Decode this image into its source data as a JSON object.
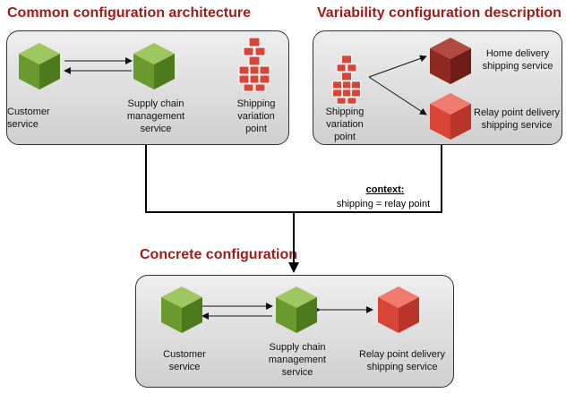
{
  "headings": {
    "common": "Common configuration architecture",
    "variability": "Variability configuration description",
    "concrete": "Concrete configuration"
  },
  "common_panel": {
    "customer": "Customer\nservice",
    "supply_chain": "Supply chain\nmanagement\nservice",
    "variation_point": "Shipping\nvariation\npoint"
  },
  "variability_panel": {
    "variation_point": "Shipping\nvariation\npoint",
    "home_delivery": "Home delivery\nshipping service",
    "relay_point": "Relay point delivery\nshipping service"
  },
  "context": {
    "title": "context:",
    "value": "shipping = relay point"
  },
  "concrete_panel": {
    "customer": "Customer\nservice",
    "supply_chain": "Supply chain\nmanagement\nservice",
    "relay_point": "Relay point delivery\nshipping service"
  },
  "colors": {
    "heading": "#a01c1c",
    "green_service": "#6a9a2e",
    "red_service": "#d84537",
    "dark_red_service": "#8e2a22"
  }
}
